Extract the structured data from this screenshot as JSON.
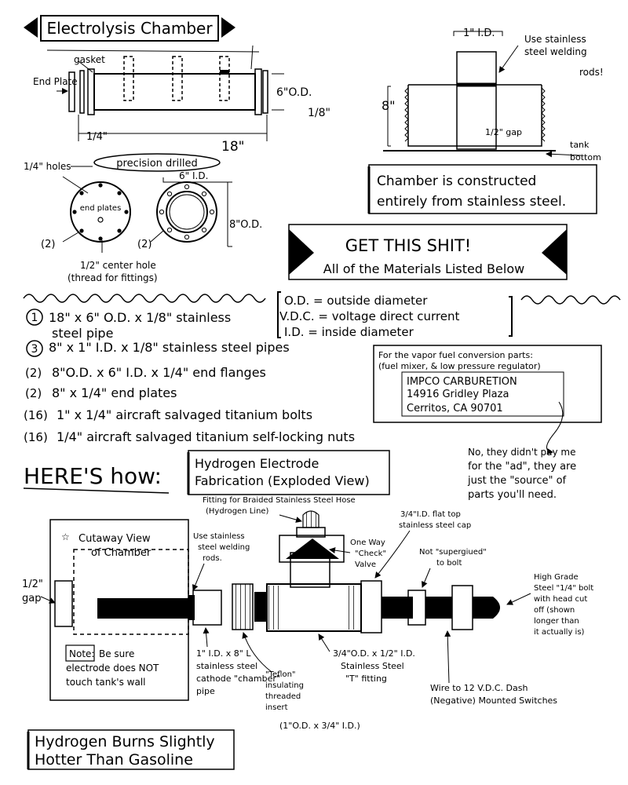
{
  "title": "Electrolysis Chamber",
  "top_diagram": {
    "gasket": "gasket",
    "end_plate": "End Plate",
    "dim_6od": "6\"O.D.",
    "dim_eighth": "1/8\"",
    "dim_quarter": "1/4\"",
    "dim_18": "18\"",
    "holes": "1/4\" holes",
    "precision": "precision drilled",
    "dim_6id": "6\" I.D.",
    "dim_8od": "8\"O.D.",
    "end_plates": "end plates",
    "qty_left": "(2)",
    "qty_right": "(2)",
    "center_hole_1": "1/2\" center hole",
    "center_hole_2": "(thread for fittings)"
  },
  "tank_diagram": {
    "dim_1id": "1\" I.D.",
    "rods_1": "Use stainless",
    "rods_2": "steel welding",
    "rods_3": "rods!",
    "dim_8": "8\"",
    "gap": "1/2\" gap",
    "tank_bottom_1": "tank",
    "tank_bottom_2": "bottom",
    "box_1": "Chamber is constructed",
    "box_2": "entirely from stainless steel."
  },
  "banner": {
    "line1": "GET THIS SHIT!",
    "line2": "All of the Materials Listed Below"
  },
  "legend": {
    "od": "O.D. = outside diameter",
    "vdc": "V.D.C. = voltage direct current",
    "id": "I.D. = inside diameter"
  },
  "materials": [
    {
      "qty": "1",
      "text": "18\" x 6\" O.D. x 1/8\" stainless"
    },
    {
      "qty": "",
      "text": "steel pipe"
    },
    {
      "qty": "3",
      "text": "8\" x 1\" I.D. x 1/8\" stainless steel pipes"
    },
    {
      "qty": "(2)",
      "text": "8\"O.D. x 6\" I.D. x 1/4\" end flanges"
    },
    {
      "qty": "(2)",
      "text": "8\" x 1/4\" end plates"
    },
    {
      "qty": "(16)",
      "text": "1\" x 1/4\" aircraft salvaged titanium bolts"
    },
    {
      "qty": "(16)",
      "text": "1/4\" aircraft salvaged titanium self-locking nuts"
    }
  ],
  "supplier": {
    "intro_1": "For the vapor fuel conversion parts:",
    "intro_2": "(fuel mixer, & low pressure regulator)",
    "name": "IMPCO CARBURETION",
    "street": "14916 Gridley Plaza",
    "city": "Cerritos, CA 90701",
    "note_1": "No, they didn't pay me",
    "note_2": "for the \"ad\", they are",
    "note_3": "just the \"source\" of",
    "note_4": "parts you'll need."
  },
  "heres_how": "HERE'S how:",
  "electrode_title_1": "Hydrogen Electrode",
  "electrode_title_2": "Fabrication (Exploded View)",
  "electrode": {
    "fitting_1": "Fitting for Braided Stainless Steel Hose",
    "fitting_2": "(Hydrogen Line)",
    "flat_cap_1": "3/4\"I.D. flat top",
    "flat_cap_2": "stainless steel cap",
    "cutaway_1": "Cutaway View",
    "cutaway_2": "of Chamber",
    "rods_1": "Use stainless",
    "rods_2": "steel welding",
    "rods_3": "rods.",
    "check_1": "One Way",
    "check_2": "\"Check\"",
    "check_3": "Valve",
    "not_sup_1": "Not \"supergiued\"",
    "not_sup_2": "to bolt",
    "bolt_1": "High Grade",
    "bolt_2": "Steel \"1/4\" bolt",
    "bolt_3": "with head cut",
    "bolt_4": "off (shown",
    "bolt_5": "longer than",
    "bolt_6": "it actually is)",
    "gap_1": "1/2\"",
    "gap_2": "gap",
    "note_label": "Note:",
    "note_1": "Be sure",
    "note_2": "electrode does NOT",
    "note_3": "touch tank's wall",
    "cathode_1": "1\" I.D. x 8\" L",
    "cathode_2": "stainless steel",
    "cathode_3": "cathode \"chamber\"",
    "cathode_4": "pipe",
    "teflon_1": "\"Teflon\"",
    "teflon_2": "insulating",
    "teflon_3": "threaded",
    "teflon_4": "insert",
    "teflon_5": "(1\"O.D. x 3/4\" I.D.)",
    "tfit_1": "3/4\"O.D. x 1/2\" I.D.",
    "tfit_2": "Stainless Steel",
    "tfit_3": "\"T\" fitting",
    "wire_1": "Wire to 12 V.D.C. Dash",
    "wire_2": "(Negative) Mounted Switches"
  },
  "footer_1": "Hydrogen Burns Slightly",
  "footer_2": "Hotter Than Gasoline"
}
